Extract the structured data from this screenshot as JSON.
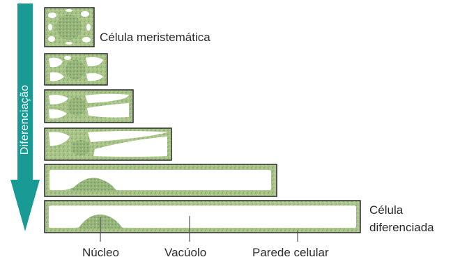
{
  "arrow": {
    "label": "Diferenciação",
    "color": "#1a9a94"
  },
  "labels": {
    "meristematic_cell": "Célula meristemática",
    "differentiated_cell_line1": "Célula",
    "differentiated_cell_line2": "diferenciada",
    "nucleus": "Núcleo",
    "vacuole": "Vacúolo",
    "cell_wall": "Parede celular"
  },
  "colors": {
    "cytoplasm": "#a9c58a",
    "cytoplasm_dark": "#7f9f62",
    "nucleus": "#95b57a",
    "outline": "#2a2a2a",
    "leader_line": "#555555"
  },
  "stages": [
    {
      "stage": 1,
      "name": "meristematic"
    },
    {
      "stage": 2,
      "name": "early-vacuolation"
    },
    {
      "stage": 3,
      "name": "vacuole-enlargement"
    },
    {
      "stage": 4,
      "name": "vacuole-fusion"
    },
    {
      "stage": 5,
      "name": "central-vacuole"
    },
    {
      "stage": 6,
      "name": "differentiated"
    }
  ]
}
